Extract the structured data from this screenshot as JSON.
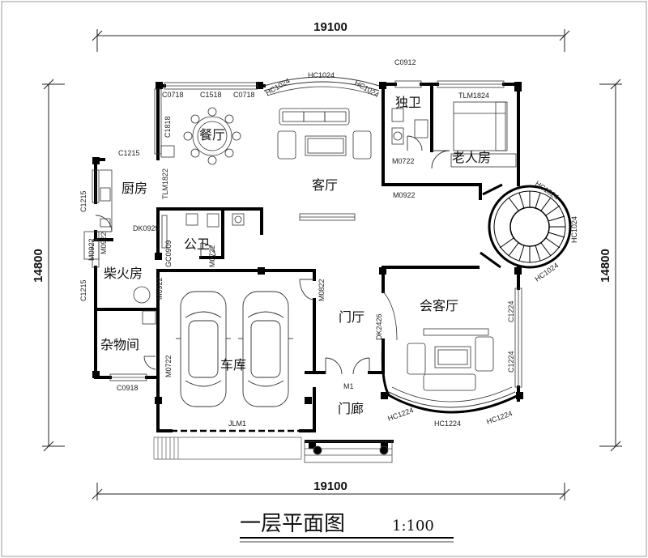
{
  "dimensions": {
    "top_width": "19100",
    "bottom_width": "19100",
    "left_depth": "14800",
    "right_depth": "14800"
  },
  "title": {
    "main": "一层平面图",
    "scale": "1:100"
  },
  "rooms": {
    "dining": "餐厅",
    "living": "客厅",
    "bath_private": "独卫",
    "elder_room": "老人房",
    "kitchen": "厨房",
    "public_bath": "公卫",
    "firewood": "柴火房",
    "storage": "杂物间",
    "garage": "车库",
    "foyer": "门厅",
    "reception": "会客厅",
    "porch": "门廊"
  },
  "openings": {
    "c0718_a": "C0718",
    "c1518": "C1518",
    "c0718_b": "C0718",
    "hc1024_a": "HC1024",
    "hc1024_b": "HC1024",
    "hc1024_c": "HC1024",
    "hc1024_d": "HC1024",
    "hc1024_e": "HC1024",
    "hc1024_f": "HC1024",
    "c0912": "C0912",
    "tlm1824": "TLM1824",
    "c1818": "C1818",
    "c1215_a": "C1215",
    "c1215_b": "C1215",
    "c1215_c": "C1215",
    "tlm1822": "TLM1822",
    "m0722_a": "M0722",
    "m0922": "M0922",
    "m0922_b": "M0922",
    "m0922_c": "M0922",
    "m0922_d": "M0922",
    "m0722_b": "M0722",
    "m0722_c": "M0722",
    "m0822": "M0822",
    "dk0925": "DK0925",
    "gc0909": "GC0909",
    "dk2426": "DK2426",
    "c1224_a": "C1224",
    "c1224_b": "C1224",
    "hc1224_a": "HC1224",
    "hc1224_b": "HC1224",
    "hc1224_c": "HC1224",
    "c0918": "C0918",
    "m1": "M1",
    "jlm1": "JLM1"
  }
}
